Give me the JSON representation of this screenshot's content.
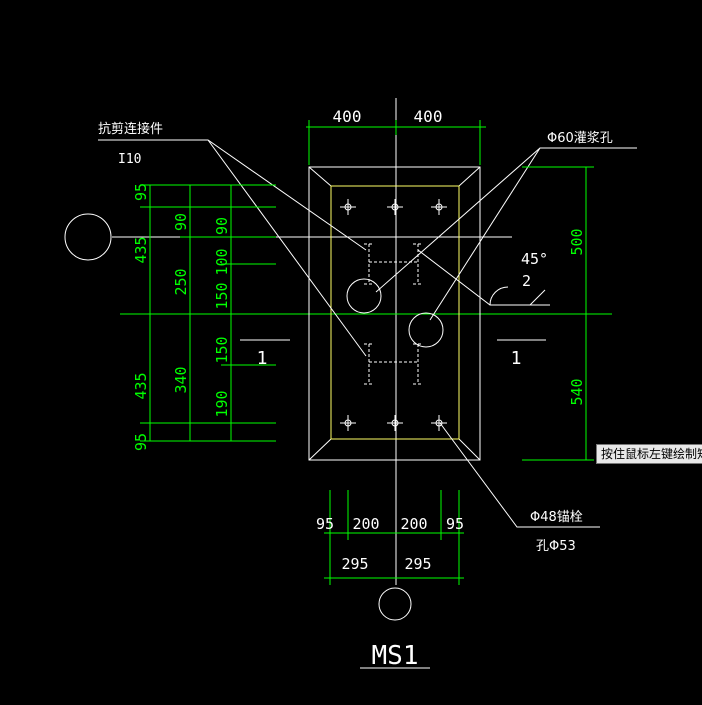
{
  "drawing": {
    "title": "MS1",
    "colors": {
      "dimension": "#00ff00",
      "outline": "#ffffff",
      "plate": "#ffff66",
      "background": "#000000",
      "leader": "#ffffff"
    },
    "top_dims": [
      "400",
      "400"
    ],
    "left_outer_dims": [
      "95",
      "435",
      "435",
      "95"
    ],
    "left_mid_dims": [
      "90",
      "250",
      "340"
    ],
    "left_inner_dims": [
      "90",
      "100",
      "150",
      "150",
      "190"
    ],
    "right_dims": [
      "500",
      "540"
    ],
    "bottom_dims_row1": [
      "95",
      "200",
      "200",
      "95"
    ],
    "bottom_dims_row2": [
      "295",
      "295"
    ],
    "angle_label": "45°",
    "weld_label": "2",
    "section_marks": [
      "1",
      "1"
    ],
    "labels": {
      "shear_key": "抗剪连接件",
      "shear_key_size": "I10",
      "grout_hole": "Φ60灌浆孔",
      "anchor_bolt": "Φ48锚栓",
      "anchor_hole": "孔Φ53"
    }
  },
  "status": {
    "tooltip": "按住鼠标左键绘制矩"
  }
}
